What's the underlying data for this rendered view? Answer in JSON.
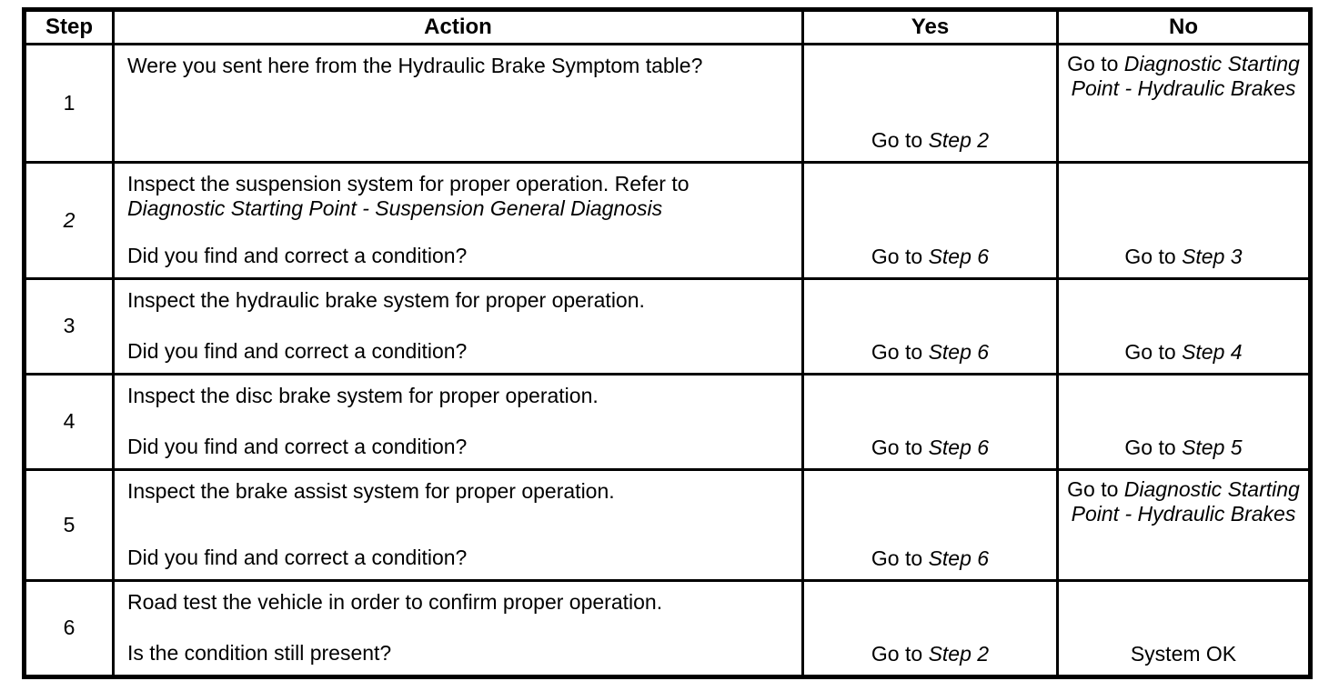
{
  "colors": {
    "ink": "#000000",
    "paper": "#ffffff"
  },
  "table": {
    "headers": {
      "step": "Step",
      "action": "Action",
      "yes": "Yes",
      "no": "No"
    },
    "rows": [
      {
        "step": "1",
        "action": {
          "text": "Were you sent here from the Hydraulic Brake Symptom table?",
          "ref": "",
          "question": ""
        },
        "yes": {
          "text": "Go to ",
          "ref": "Step 2"
        },
        "no": {
          "text": "Go to ",
          "ref": "Diagnostic Starting Point - Hydraulic Brakes"
        }
      },
      {
        "step": "2",
        "action": {
          "text": "Inspect the suspension system for proper operation. Refer to ",
          "ref": "Diagnostic Starting Point - Suspension General Diagnosis",
          "question": "Did you find and correct a condition?"
        },
        "yes": {
          "text": "Go to ",
          "ref": "Step 6"
        },
        "no": {
          "text": "Go to ",
          "ref": "Step 3"
        }
      },
      {
        "step": "3",
        "action": {
          "text": "Inspect the hydraulic brake system for proper operation.",
          "ref": "",
          "question": "Did you find and correct a condition?"
        },
        "yes": {
          "text": "Go to ",
          "ref": "Step 6"
        },
        "no": {
          "text": "Go to ",
          "ref": "Step 4"
        }
      },
      {
        "step": "4",
        "action": {
          "text": "Inspect the disc brake system for proper operation.",
          "ref": "",
          "question": "Did you find and correct a condition?"
        },
        "yes": {
          "text": "Go to ",
          "ref": "Step 6"
        },
        "no": {
          "text": "Go to ",
          "ref": "Step 5"
        }
      },
      {
        "step": "5",
        "action": {
          "text": "Inspect the brake assist system for proper operation.",
          "ref": "",
          "question": "Did you find and correct a condition?"
        },
        "yes": {
          "text": "Go to ",
          "ref": "Step 6"
        },
        "no": {
          "text": "Go to ",
          "ref": "Diagnostic Starting Point - Hydraulic Brakes"
        }
      },
      {
        "step": "6",
        "action": {
          "text": "Road test the vehicle in order to confirm proper operation.",
          "ref": "",
          "question": "Is the condition still present?"
        },
        "yes": {
          "text": "Go to ",
          "ref": "Step 2"
        },
        "no": {
          "text": "System OK",
          "ref": ""
        }
      }
    ]
  }
}
